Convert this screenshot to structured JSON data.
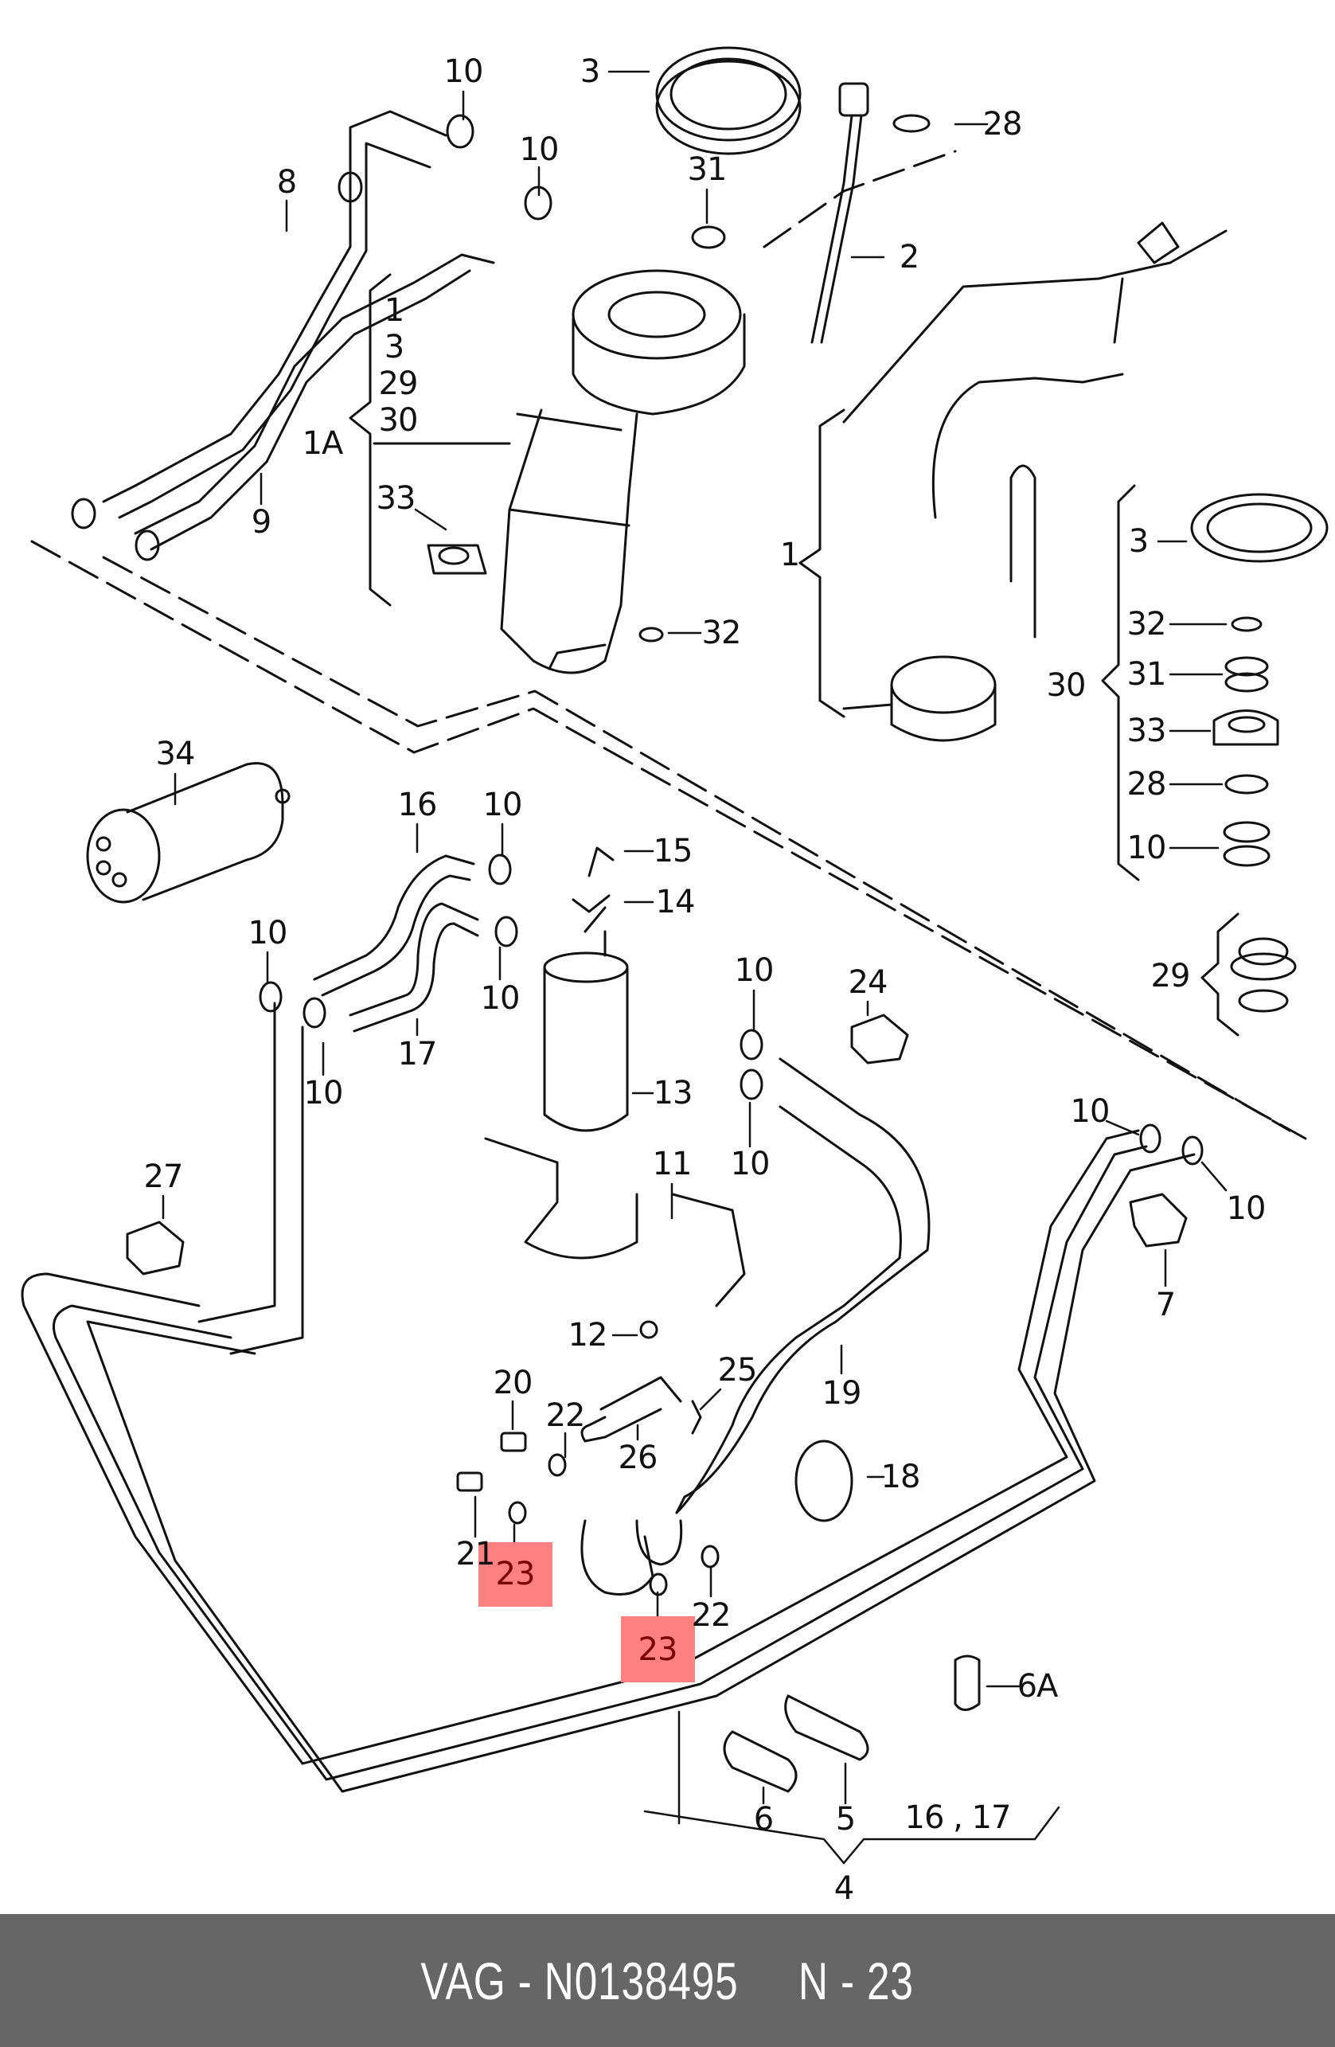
{
  "diagram": {
    "title": "Fuel system parts diagram",
    "highlight_color": "#ff8080",
    "labels": {
      "p10_a": "10",
      "p3_a": "3",
      "p28_a": "28",
      "p10_b": "10",
      "p31_a": "31",
      "p8": "8",
      "p2": "2",
      "grp_1": "1",
      "grp_3": "3",
      "grp_29": "29",
      "grp_30": "30",
      "p1A": "1A",
      "p9": "9",
      "p33_a": "33",
      "p32_a": "32",
      "p1": "1",
      "kit_3": "3",
      "kit_32": "32",
      "kit_30": "30",
      "kit_31": "31",
      "kit_33": "33",
      "kit_28": "28",
      "kit_10": "10",
      "p29": "29",
      "p34": "34",
      "p16": "16",
      "p10_c": "10",
      "p15": "15",
      "p14": "14",
      "p10_d": "10",
      "p10_e": "10",
      "p17": "17",
      "p10_f": "10",
      "p10_g": "10",
      "p24": "24",
      "p13": "13",
      "p10_h": "10",
      "p10_i": "10",
      "p10_j": "10",
      "p27": "27",
      "p11": "11",
      "p7": "7",
      "p12": "12",
      "p19": "19",
      "p25": "25",
      "p20": "20",
      "p22_a": "22",
      "p26": "26",
      "p18": "18",
      "p21": "21",
      "p23_a": "23",
      "p22_b": "22",
      "p23_b": "23",
      "p6A": "6A",
      "p6": "6",
      "p5": "5",
      "p16_17": "16 , 17",
      "p4": "4"
    }
  },
  "footer": {
    "text": "VAG - N0138495     N - 23",
    "brand": "VAG",
    "part_number": "N0138495",
    "position_label": "N - 23",
    "background": "#666666"
  }
}
